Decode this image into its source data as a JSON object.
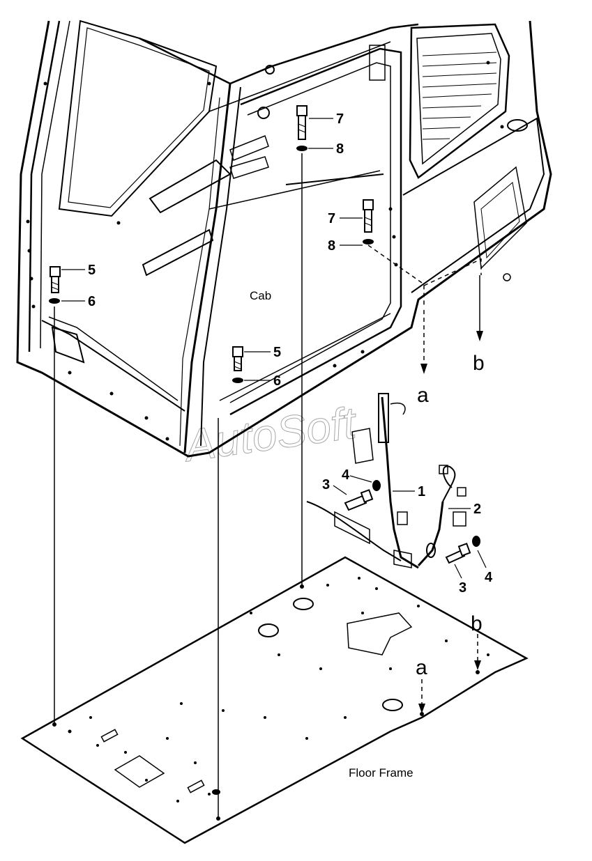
{
  "labels": {
    "cab": "Cab",
    "floor_frame": "Floor Frame",
    "watermark": "AutoSoft",
    "ref_a": "a",
    "ref_b": "b"
  },
  "callouts": {
    "c1": "1",
    "c2": "2",
    "c3": "3",
    "c4": "4",
    "c5": "5",
    "c6": "6",
    "c7": "7",
    "c8": "8"
  }
}
